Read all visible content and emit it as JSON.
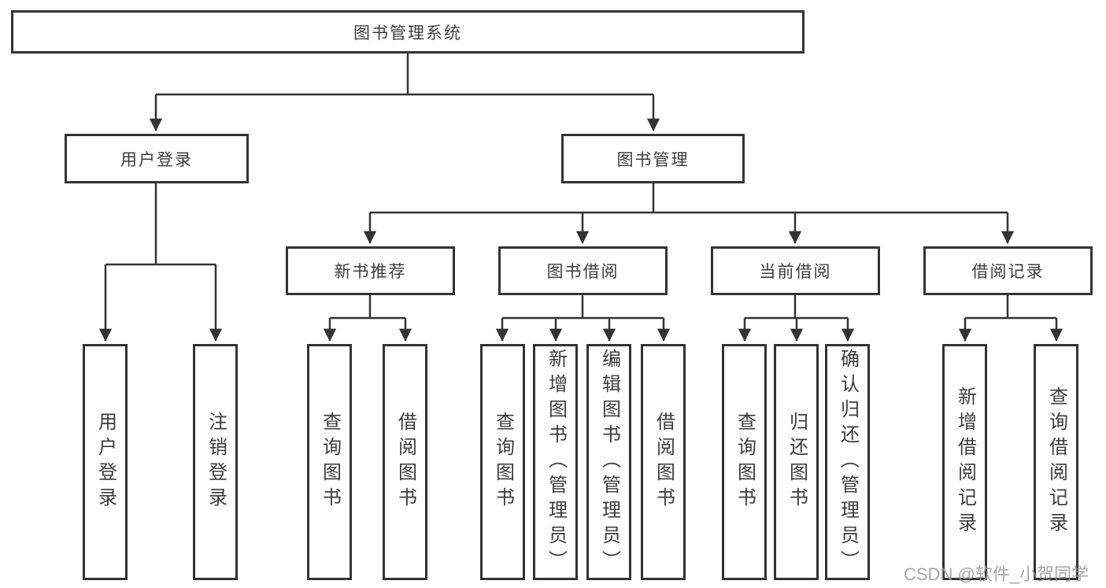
{
  "tree": {
    "root": {
      "label": "图书管理系统",
      "children": [
        {
          "label": "用户登录",
          "children": [
            {
              "label": "用户登录"
            },
            {
              "label": "注销登录"
            }
          ]
        },
        {
          "label": "图书管理",
          "children": [
            {
              "label": "新书推荐",
              "children": [
                {
                  "label": "查询图书"
                },
                {
                  "label": "借阅图书"
                }
              ]
            },
            {
              "label": "图书借阅",
              "children": [
                {
                  "label": "查询图书"
                },
                {
                  "label": "新增图书（管理员）"
                },
                {
                  "label": "编辑图书（管理员）"
                },
                {
                  "label": "借阅图书"
                }
              ]
            },
            {
              "label": "当前借阅",
              "children": [
                {
                  "label": "查询图书"
                },
                {
                  "label": "归还图书"
                },
                {
                  "label": "确认归还（管理员）"
                }
              ]
            },
            {
              "label": "借阅记录",
              "children": [
                {
                  "label": "新增借阅记录"
                },
                {
                  "label": "查询借阅记录"
                }
              ]
            }
          ]
        }
      ]
    }
  },
  "watermark": "CSDN @软件_小贺同学",
  "colors": {
    "line": "#333333",
    "text": "#3c3c3c",
    "background": "#ffffff",
    "watermark": "#969696"
  }
}
